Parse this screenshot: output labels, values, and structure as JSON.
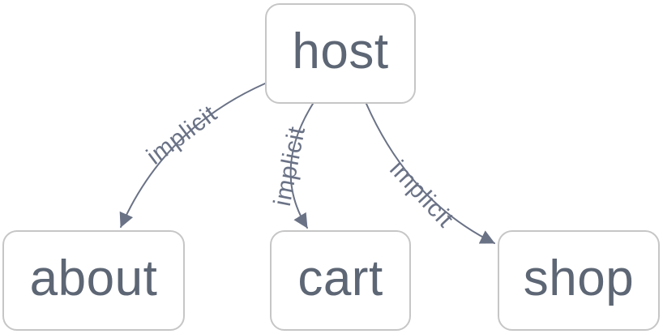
{
  "diagram": {
    "type": "graph",
    "background_color": "#ffffff",
    "node_border_color": "#c6c6c6",
    "node_text_color": "#5d6674",
    "edge_color": "#6a7286",
    "nodes": [
      {
        "id": "host",
        "label": "host"
      },
      {
        "id": "about",
        "label": "about"
      },
      {
        "id": "cart",
        "label": "cart"
      },
      {
        "id": "shop",
        "label": "shop"
      }
    ],
    "edges": [
      {
        "from": "host",
        "to": "about",
        "label": "implicit",
        "direction": "arrow"
      },
      {
        "from": "host",
        "to": "cart",
        "label": "implicit",
        "direction": "arrow"
      },
      {
        "from": "host",
        "to": "shop",
        "label": "implicit",
        "direction": "arrow"
      }
    ]
  }
}
